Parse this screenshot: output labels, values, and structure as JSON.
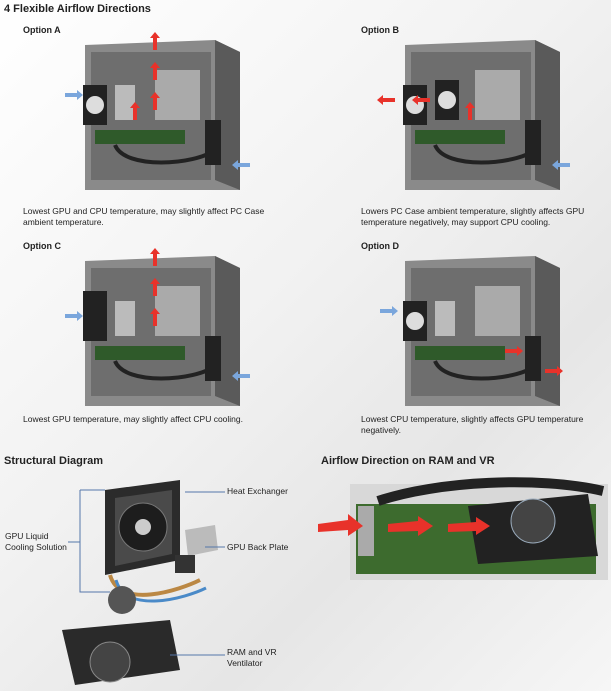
{
  "title": "4 Flexible Airflow Directions",
  "options": [
    {
      "label": "Option A",
      "description": "Lowest GPU and CPU temperature, may slightly affect PC Case ambient temperature."
    },
    {
      "label": "Option B",
      "description": "Lowers PC Case ambient temperature, slightly affects GPU temperature negatively, may support CPU cooling."
    },
    {
      "label": "Option C",
      "description": "Lowest GPU temperature, may slightly affect CPU cooling."
    },
    {
      "label": "Option D",
      "description": "Lowest CPU temperature, slightly affects GPU temperature negatively."
    }
  ],
  "structural": {
    "title": "Structural Diagram",
    "callouts": {
      "heat_exchanger": "Heat Exchanger",
      "back_plate": "GPU Back Plate",
      "liquid_cooling": "GPU Liquid Cooling Solution",
      "ventilator": "RAM and VR Ventilator"
    }
  },
  "ram_vr": {
    "title": "Airflow Direction on RAM and VR"
  },
  "colors": {
    "hot": "#e8322a",
    "cold": "#7aa6dc",
    "case": "#555555"
  }
}
